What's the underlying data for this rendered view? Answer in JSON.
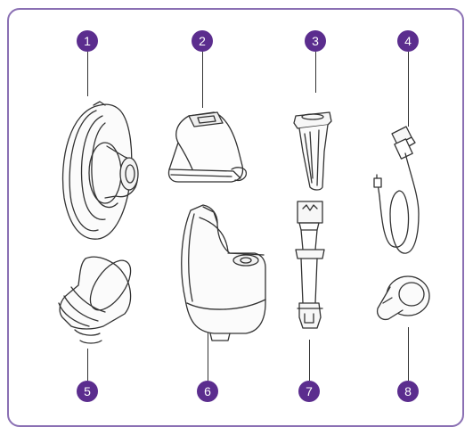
{
  "callouts": [
    {
      "num": "1",
      "part": "breast-shield"
    },
    {
      "num": "2",
      "part": "pump-motor"
    },
    {
      "num": "3",
      "part": "valve"
    },
    {
      "num": "4",
      "part": "usb-cable"
    },
    {
      "num": "5",
      "part": "flange-insert"
    },
    {
      "num": "6",
      "part": "milk-collector"
    },
    {
      "num": "7",
      "part": "strap"
    },
    {
      "num": "8",
      "part": "nipple-adapter"
    }
  ],
  "colors": {
    "frame": "#8a6fb3",
    "badge": "#5b2d8e",
    "line": "#333333"
  }
}
